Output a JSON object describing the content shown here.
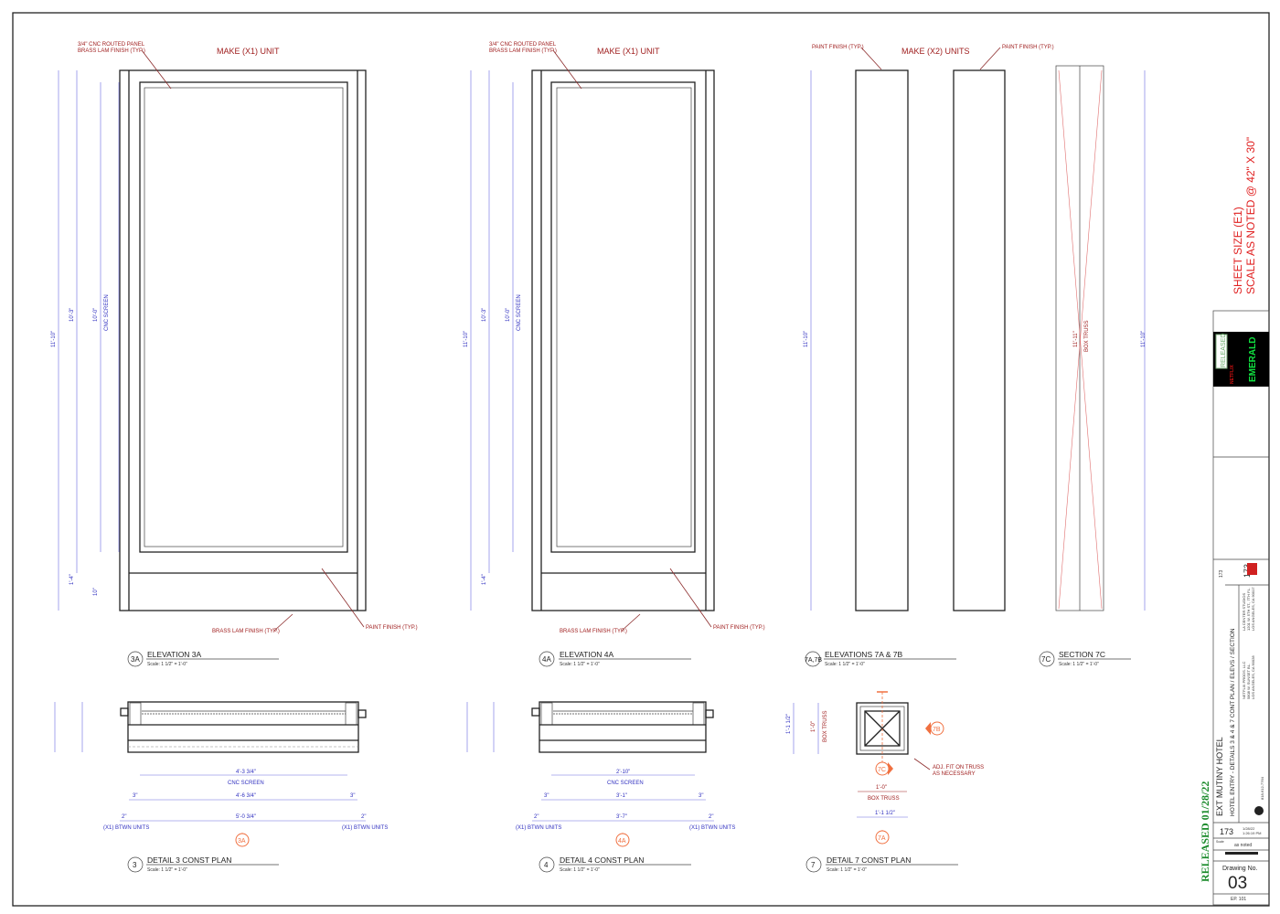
{
  "notes": {
    "cnc_panel_line1": "3/4\" CNC ROUTED PANEL",
    "cnc_panel_line2": "BRASS LAM FINISH (TYP.)",
    "make_x1": "MAKE (X1) UNIT",
    "make_x2": "MAKE (X2) UNITS",
    "paint_finish": "PAINT FINISH (TYP.)",
    "brass_lam": "BRASS LAM FINISH (TYP.)",
    "box_truss": "BOX TRUSS",
    "adj_fit_1": "ADJ. FIT ON TRUSS",
    "adj_fit_2": "AS NECESSARY",
    "cnc_screen": "CNC SCREEN",
    "btwn_units": "(X1) BTWN UNITS"
  },
  "dims": {
    "h_11_10": "11'-10\"",
    "h_10_3": "10'-3\"",
    "h_10_0": "10'-0\"",
    "h_1_4": "1'-4\"",
    "h_10in": "10\"",
    "d_3A_screen": "4'-3 3/4\"",
    "d_3A_inner": "4'-6 3/4\"",
    "d_3A_outer": "5'-0 3/4\"",
    "d_4A_screen": "2'-10\"",
    "d_4A_inner": "3'-1\"",
    "d_4A_outer": "3'-7\"",
    "d_3in": "3\"",
    "d_2in": "2\"",
    "d_1_0": "1'-0\"",
    "d_1_1_5": "1'-1 1/2\"",
    "h_11_11": "11'-11\""
  },
  "views": [
    {
      "tag": "3A",
      "title": "ELEVATION 3A",
      "scale": "Scale: 1 1/2\" = 1'-0\""
    },
    {
      "tag": "4A",
      "title": "ELEVATION 4A",
      "scale": "Scale: 1 1/2\" = 1'-0\""
    },
    {
      "tag": "7A,7B",
      "title": "ELEVATIONS 7A & 7B",
      "scale": "Scale: 1 1/2\" = 1'-0\""
    },
    {
      "tag": "7C",
      "title": "SECTION 7C",
      "scale": "Scale: 1 1/2\" = 1'-0\""
    },
    {
      "tag": "3",
      "title": "DETAIL 3 CONST PLAN",
      "scale": "Scale: 1 1/2\" = 1'-0\""
    },
    {
      "tag": "4",
      "title": "DETAIL 4 CONST PLAN",
      "scale": "Scale: 1 1/2\" = 1'-0\""
    },
    {
      "tag": "7",
      "title": "DETAIL 7 CONST PLAN",
      "scale": "Scale: 1 1/2\" = 1'-0\""
    }
  ],
  "markers": {
    "m3A": "3A",
    "m4A": "4A",
    "m7A": "7A",
    "m7B": "7B",
    "m7C": "7C"
  },
  "sheet_note": {
    "line1": "SHEET SIZE (E1)",
    "line2": "SCALE AS NOTED @ 42\" X 30\""
  },
  "title_block": {
    "released_stamp": "RELEASED 01/28/22",
    "released_box": "RELEASED",
    "netflix": "NETFLIX",
    "emerald": "EMERALD",
    "project": "EXT MUTINY HOTEL",
    "sheet_title": "HOTEL ENTRY - DETAILS 3 & 4 & 7 CONT PLAN / ELEVS / SECTION",
    "set_number": "173",
    "company_1": "NETFLIX PRODS. LLC",
    "company_2": "5808 W. SUNSET BL.",
    "company_3": "LOS ANGELES, CA 90028",
    "studio_1": "LA CENTER STUDIOS",
    "studio_2": "1201 W. 5TH ST., 7TH FL.",
    "studio_3": "LOS ANGELES, CA 90017",
    "phone": "818-612-7764",
    "date": "1/28/22",
    "time": "1:26:19 PM",
    "scale_label": "Scale",
    "scale_value": "as noted",
    "drawing_no_label": "Drawing No.",
    "drawing_no": "03",
    "ep": "EP. 101"
  },
  "colors": {
    "line": "#222222",
    "dim": "#6a6ae0",
    "note": "#a02020",
    "marker": "#f07040",
    "green": "#1a8a2a"
  }
}
